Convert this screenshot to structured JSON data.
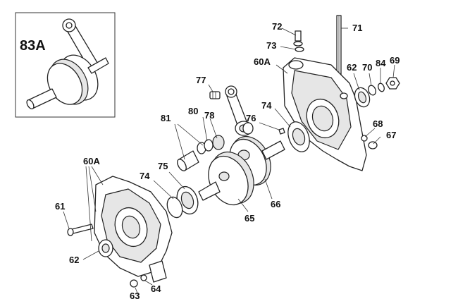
{
  "diagram": {
    "callouts": [
      {
        "id": "c83A",
        "text": "83A"
      },
      {
        "id": "c72",
        "text": "72"
      },
      {
        "id": "c71",
        "text": "71"
      },
      {
        "id": "c73",
        "text": "73"
      },
      {
        "id": "c60A_top",
        "text": "60A"
      },
      {
        "id": "c62_top",
        "text": "62"
      },
      {
        "id": "c70",
        "text": "70"
      },
      {
        "id": "c84",
        "text": "84"
      },
      {
        "id": "c69",
        "text": "69"
      },
      {
        "id": "c77",
        "text": "77"
      },
      {
        "id": "c74_top",
        "text": "74"
      },
      {
        "id": "c80",
        "text": "80"
      },
      {
        "id": "c78",
        "text": "78"
      },
      {
        "id": "c81",
        "text": "81"
      },
      {
        "id": "c76",
        "text": "76"
      },
      {
        "id": "c68",
        "text": "68"
      },
      {
        "id": "c67",
        "text": "67"
      },
      {
        "id": "c60A_bottom",
        "text": "60A"
      },
      {
        "id": "c74_bottom",
        "text": "74"
      },
      {
        "id": "c75",
        "text": "75"
      },
      {
        "id": "c61",
        "text": "61"
      },
      {
        "id": "c66",
        "text": "66"
      },
      {
        "id": "c65",
        "text": "65"
      },
      {
        "id": "c62_bottom",
        "text": "62"
      },
      {
        "id": "c63",
        "text": "63"
      },
      {
        "id": "c64",
        "text": "64"
      }
    ]
  }
}
